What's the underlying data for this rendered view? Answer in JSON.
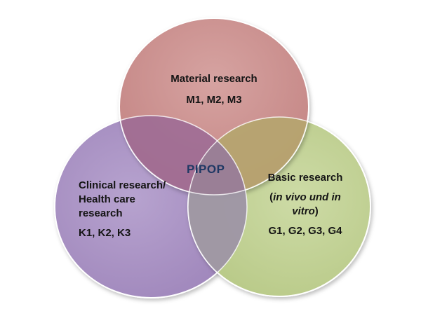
{
  "diagram": {
    "center_label": "PIPOP",
    "material": {
      "title": "Material research",
      "codes": "M1, M2, M3",
      "color": "#c98b8a"
    },
    "clinical": {
      "title_line1": "Clinical research/",
      "title_line2": "Health care",
      "title_line3": "research",
      "codes": "K1, K2, K3",
      "color": "#a78fbf"
    },
    "basic": {
      "title": "Basic research",
      "sub_open": "(",
      "sub_italic_1": "in vivo und in",
      "sub_italic_2": "vitro",
      "sub_close": ")",
      "codes": "G1, G2, G3, G4",
      "color": "#bfcf8f"
    }
  }
}
